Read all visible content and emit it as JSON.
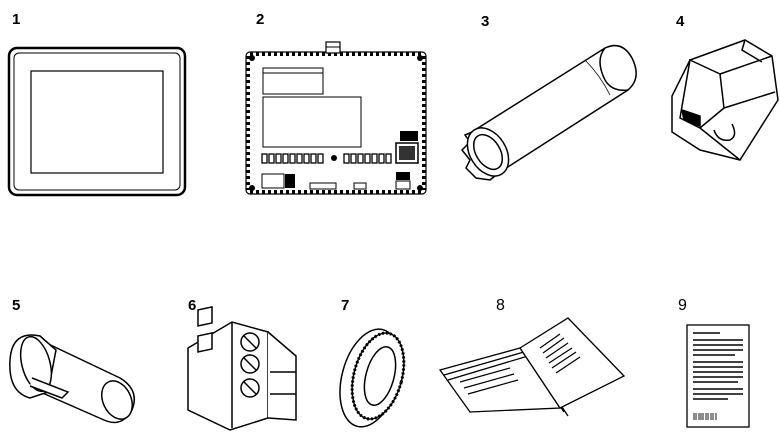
{
  "items": [
    {
      "id": "1",
      "label": "1",
      "icon": "hmi-front-panel-icon"
    },
    {
      "id": "2",
      "label": "2",
      "icon": "hmi-rear-board-icon"
    },
    {
      "id": "3",
      "label": "3",
      "icon": "mounting-tool-icon"
    },
    {
      "id": "4",
      "label": "4",
      "icon": "usb-clip-holder-icon"
    },
    {
      "id": "5",
      "label": "5",
      "icon": "usb-cover-icon"
    },
    {
      "id": "6",
      "label": "6",
      "icon": "terminal-block-icon"
    },
    {
      "id": "7",
      "label": "7",
      "icon": "mounting-nut-icon"
    },
    {
      "id": "8",
      "label": "8",
      "icon": "manual-booklet-icon"
    },
    {
      "id": "9",
      "label": "9",
      "icon": "instruction-sheet-icon"
    }
  ]
}
